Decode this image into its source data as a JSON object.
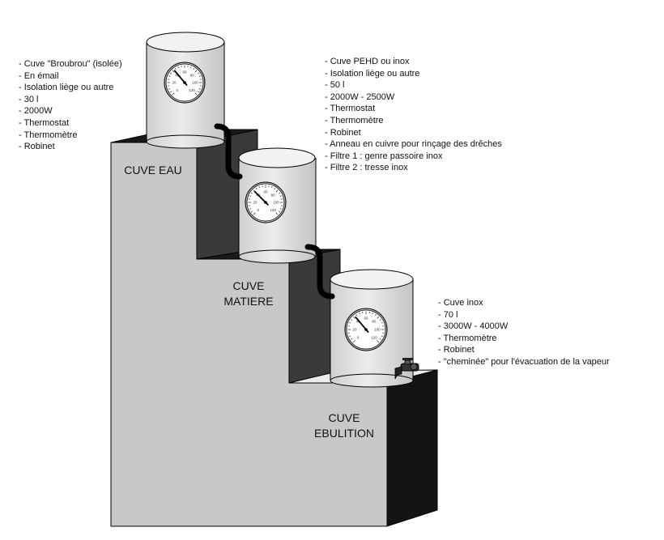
{
  "stages": [
    {
      "id": "water",
      "label_lines": [
        "CUVE EAU"
      ],
      "specs": [
        "- Cuve \"Broubrou\" (isolée)",
        "- En émail",
        "- Isolation liège ou autre",
        "- 30 l",
        "- 2000W",
        "- Thermostat",
        "- Thermomètre",
        "- Robinet"
      ]
    },
    {
      "id": "mash",
      "label_lines": [
        "CUVE",
        "MATIERE"
      ],
      "specs": [
        "- Cuve PEHD ou inox",
        "- Isolation liège ou autre",
        "- 50 l",
        "- 2000W - 2500W",
        "- Thermostat",
        "- Thermomètre",
        "- Robinet",
        "- Anneau en cuivre pour rinçage des drêches",
        "- Filtre 1 :  genre passoire inox",
        "- Filtre 2 : tresse inox"
      ]
    },
    {
      "id": "boil",
      "label_lines": [
        "CUVE",
        "EBULITION"
      ],
      "specs": [
        "- Cuve inox",
        "- 70 l",
        "- 3000W - 4000W",
        "- Thermomètre",
        "- Robinet",
        "- \"cheminée\" pour l'évacuation de la vapeur"
      ]
    }
  ],
  "gauge_numbers": [
    "0",
    "20",
    "40",
    "60",
    "80",
    "100",
    "120"
  ],
  "colors": {
    "step_front": "#c8c8c8",
    "step_top": "#1a1a1a",
    "step_side": "#141414",
    "tank": "#e0e0e0",
    "outline": "#000000"
  }
}
